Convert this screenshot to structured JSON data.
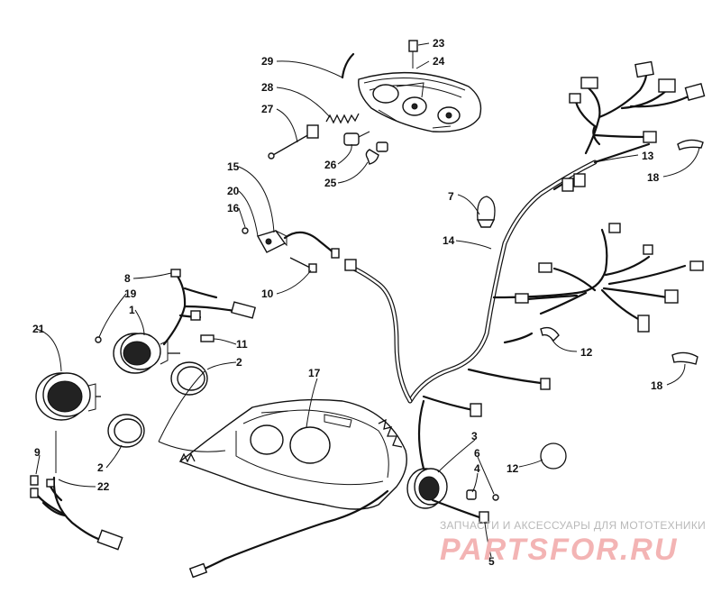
{
  "callouts": {
    "c1": "1",
    "c2a": "2",
    "c2b": "2",
    "c3": "3",
    "c4": "4",
    "c5": "5",
    "c6": "6",
    "c7": "7",
    "c8": "8",
    "c9": "9",
    "c10": "10",
    "c11": "11",
    "c12a": "12",
    "c12b": "12",
    "c13": "13",
    "c14": "14",
    "c15": "15",
    "c16": "16",
    "c17": "17",
    "c18a": "18",
    "c18b": "18",
    "c19": "19",
    "c20": "20",
    "c21": "21",
    "c22": "22",
    "c23": "23",
    "c24": "24",
    "c25": "25",
    "c26": "26",
    "c27": "27",
    "c28": "28",
    "c29": "29"
  },
  "watermark": {
    "tagline": "ЗАПЧАСТИ И АКСЕССУАРЫ ДЛЯ МОТОТЕХНИКИ",
    "logo": "PARTSFOR.RU"
  },
  "colors": {
    "ink": "#111111",
    "watermark_red": "#f3b4b4",
    "watermark_gray": "#b9b9b9"
  }
}
